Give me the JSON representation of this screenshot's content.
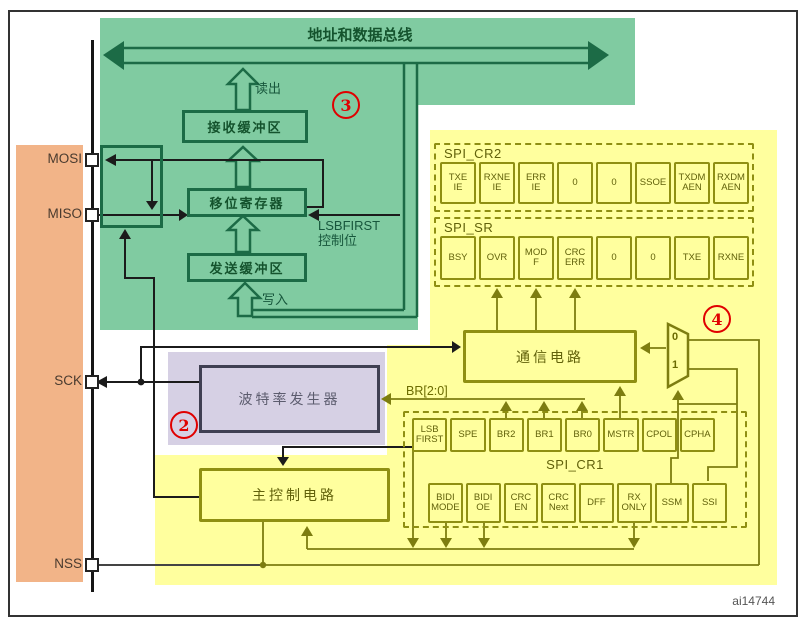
{
  "figure": {
    "id": "ai14744"
  },
  "bus": {
    "label": "地址和数据总线",
    "read": "读出",
    "write": "写入"
  },
  "pins": {
    "mosi": "MOSI",
    "miso": "MISO",
    "sck": "SCK",
    "nss": "NSS"
  },
  "blocks": {
    "rx_buffer": "接收缓冲区",
    "shift_register": "移位寄存器",
    "tx_buffer": "发送缓冲区",
    "lsbfirst_label": "LSBFIRST\n控制位",
    "baud_generator": "波特率发生器",
    "comm_circuit": "通信电路",
    "master_control": "主控制电路",
    "br_bus": "BR[2:0]"
  },
  "registers": {
    "cr2": {
      "name": "SPI_CR2",
      "bits": [
        "TXE\nIE",
        "RXNE\nIE",
        "ERR\nIE",
        "0",
        "0",
        "SSOE",
        "TXDM\nAEN",
        "RXDM\nAEN"
      ]
    },
    "sr": {
      "name": "SPI_SR",
      "bits": [
        "BSY",
        "OVR",
        "MOD\nF",
        "CRC\nERR",
        "0",
        "0",
        "TXE",
        "RXNE"
      ]
    },
    "cr1": {
      "name": "SPI_CR1",
      "row1": [
        "LSB\nFIRST",
        "SPE",
        "BR2",
        "BR1",
        "BR0",
        "MSTR",
        "CPOL",
        "CPHA"
      ],
      "row2": [
        "BIDI\nMODE",
        "BIDI\nOE",
        "CRC\nEN",
        "CRC\nNext",
        "DFF",
        "RX\nONLY",
        "SSM",
        "SSI"
      ]
    }
  },
  "mux": {
    "input0": "0",
    "input1": "1"
  },
  "callouts": {
    "baud_generator": "2",
    "buffers": "3",
    "nss_mux": "4"
  },
  "colors": {
    "green_region": "#80cba1",
    "green_line": "#1c6b46",
    "yellow_region": "#ffff9e",
    "olive_line": "#7d7d10",
    "purple_region": "#d6d0e4",
    "orange_region": "#f2b488",
    "callout_red": "#e00000"
  }
}
